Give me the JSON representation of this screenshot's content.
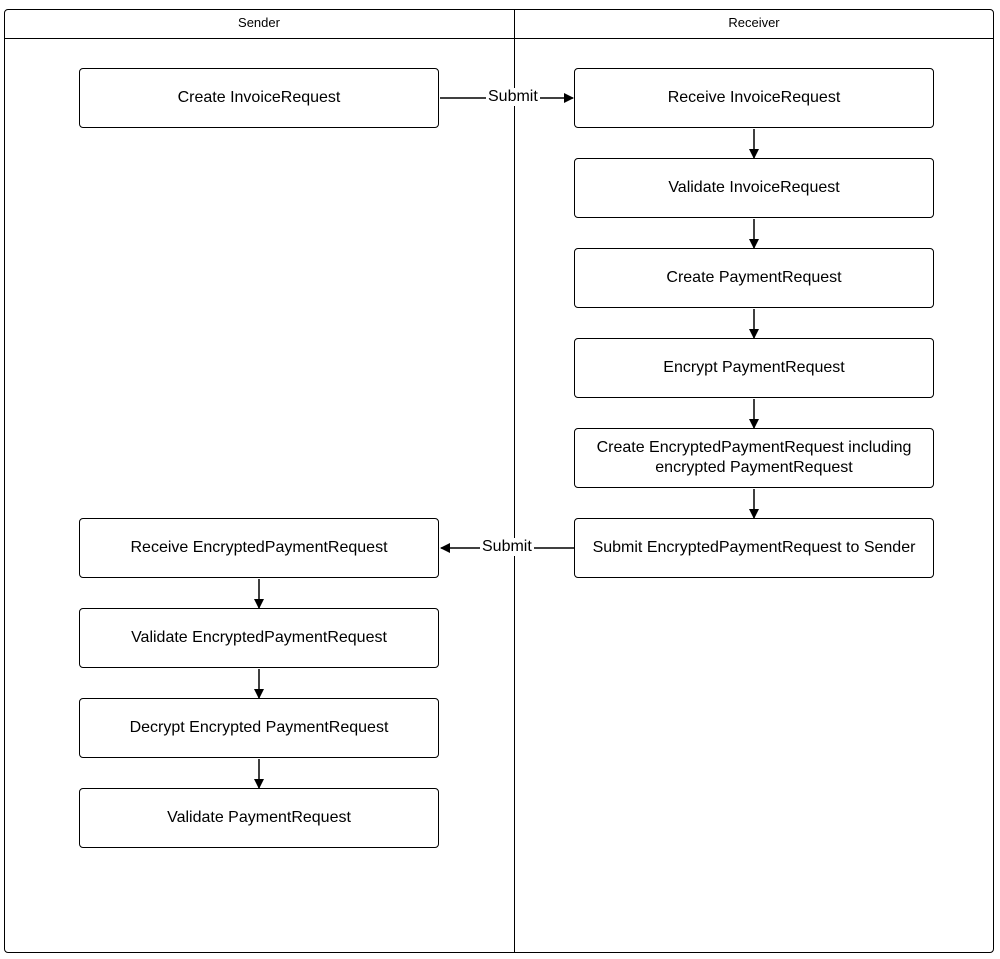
{
  "lanes": {
    "sender": "Sender",
    "receiver": "Receiver"
  },
  "receiver_steps": [
    "Receive InvoiceRequest",
    "Validate InvoiceRequest",
    "Create PaymentRequest",
    "Encrypt PaymentRequest",
    "Create EncryptedPaymentRequest including encrypted PaymentRequest",
    "Submit EncryptedPaymentRequest to Sender"
  ],
  "sender_steps": [
    "Create InvoiceRequest",
    "Receive EncryptedPaymentRequest",
    "Validate EncryptedPaymentRequest",
    "Decrypt Encrypted PaymentRequest",
    "Validate PaymentRequest"
  ],
  "edges": {
    "submit_to_receiver": "Submit",
    "submit_to_sender": "Submit"
  },
  "colors": {
    "stroke": "#000000",
    "background": "#ffffff"
  }
}
